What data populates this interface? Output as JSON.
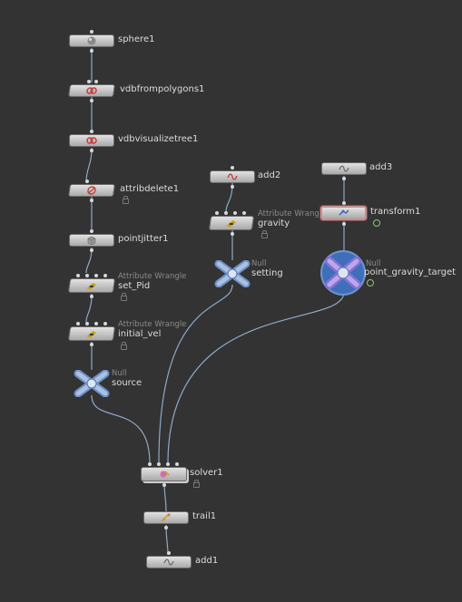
{
  "network": {
    "nodes": {
      "sphere1": {
        "label": "sphere1",
        "icon": "sphere-icon"
      },
      "vdbfrompolygons1": {
        "label": "vdbfrompolygons1",
        "icon": "vdb-icon"
      },
      "vdbvisualizetree1": {
        "label": "vdbvisualizetree1",
        "icon": "vdb-icon"
      },
      "attribdelete1": {
        "label": "attribdelete1",
        "icon": "attribdelete-icon"
      },
      "pointjitter1": {
        "label": "pointjitter1",
        "icon": "cube-icon"
      },
      "set_Pid": {
        "label": "set_Pid",
        "type": "Attribute Wrangle",
        "icon": "wrangle-icon"
      },
      "initial_vel": {
        "label": "initial_vel",
        "type": "Attribute Wrangle",
        "icon": "wrangle-icon"
      },
      "source": {
        "label": "source",
        "type": "Null",
        "icon": "null-icon"
      },
      "add2": {
        "label": "add2",
        "icon": "curve-icon"
      },
      "gravity": {
        "label": "gravity",
        "type": "Attribute Wrangle",
        "icon": "wrangle-icon"
      },
      "setting": {
        "label": "setting",
        "type": "Null",
        "icon": "null-icon"
      },
      "add3": {
        "label": "add3",
        "icon": "curve-icon"
      },
      "transform1": {
        "label": "transform1",
        "icon": "transform-icon"
      },
      "point_gravity_target": {
        "label": "point_gravity_target",
        "type": "Null",
        "icon": "null-icon"
      },
      "solver1": {
        "label": "solver1",
        "icon": "solver-icon"
      },
      "trail1": {
        "label": "trail1",
        "icon": "trail-icon"
      },
      "add1": {
        "label": "add1",
        "icon": "curve-icon"
      }
    }
  },
  "colors": {
    "background": "#333333",
    "wire": "#8fa9c9",
    "null_blue": "#3f6fb8",
    "selected_outline": "#c58f8f",
    "display_flag": "#8ec96a"
  }
}
